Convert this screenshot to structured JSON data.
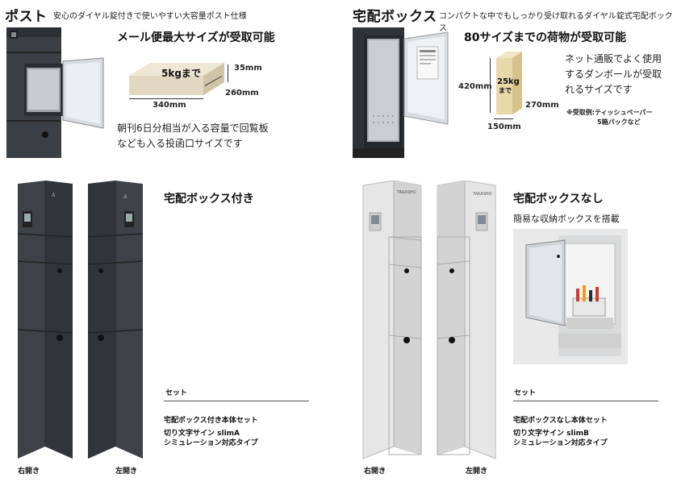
{
  "post": {
    "title": "ポスト",
    "subtitle": "安心のダイヤル錠付きで使いやすい大容量ポスト仕様",
    "heading": "メール便最大サイズが受取可能",
    "box_weight": "5kgまで",
    "dim_h": "35mm",
    "dim_d": "260mm",
    "dim_w": "340mm",
    "desc_lines": [
      "朝刊6日分相当が入る容量で回覧板",
      "なども入る投函口サイズです"
    ]
  },
  "delivery": {
    "title": "宅配ボックス",
    "subtitle": "コンパクトな中でもしっかり受け取れるダイヤル錠式宅配ボックス",
    "heading": "80サイズまでの荷物が受取可能",
    "box_weight_1": "25kg",
    "box_weight_2": "まで",
    "dim_h": "420mm",
    "dim_d": "270mm",
    "dim_w": "150mm",
    "desc_lines": [
      "ネット通販でよく使用",
      "するダンボールが受取",
      "れるサイズです"
    ],
    "note_lines": [
      "※受取例:ティッシュペーパー",
      "5箱パックなど"
    ]
  },
  "with_box": {
    "heading": "宅配ボックス付き",
    "set_label": "セット",
    "set_name": "宅配ボックス付き本体セット",
    "spec_lines": [
      "切り文字サイン slimA",
      "シミュレーション対応タイプ"
    ],
    "right_label": "右開き",
    "left_label": "左開き"
  },
  "without_box": {
    "heading": "宅配ボックスなし",
    "sub": "簡易な収納ボックスを搭載",
    "set_label": "セット",
    "set_name": "宅配ボックスなし本体セット",
    "spec_lines": [
      "切り文字サイン slimB",
      "シミュレーション対応タイプ"
    ],
    "right_label": "右開き",
    "left_label": "左開き"
  },
  "colors": {
    "dark_unit": "#3a3f45",
    "light_unit": "#e3e3e3",
    "cardboard": "#e6d6a8",
    "mail_box": "#e7dfcd"
  }
}
